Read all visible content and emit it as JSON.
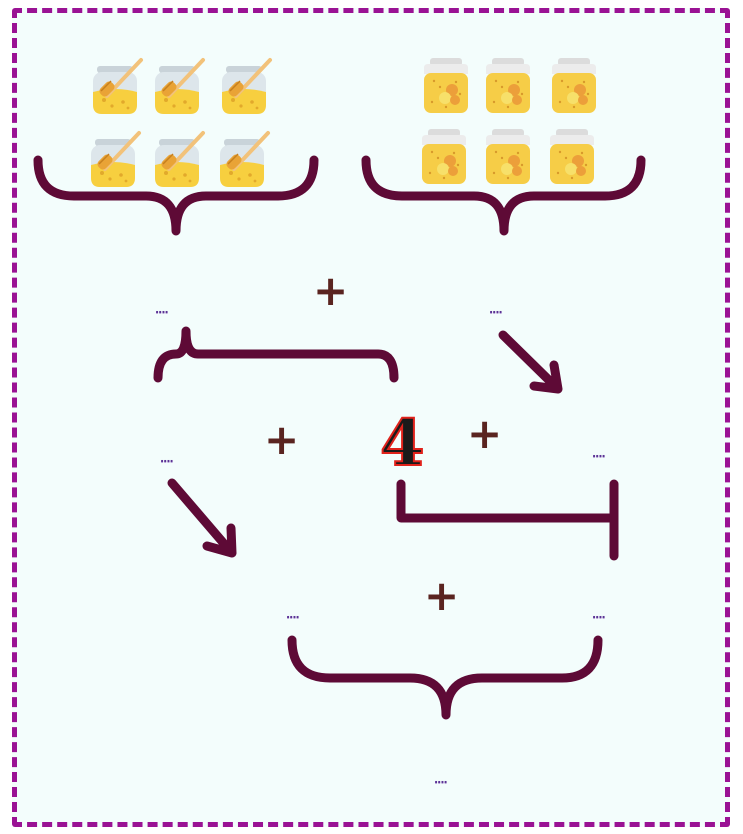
{
  "groups": [
    {
      "name": "jam-jars-left",
      "icon": "honey-jar-with-dipper-icon",
      "count": 6
    },
    {
      "name": "jam-jars-right",
      "icon": "orange-jam-jar-icon",
      "count": 6
    }
  ],
  "blanks": {
    "b1": "....",
    "b2": "....",
    "b3": "....",
    "b4": "....",
    "b5": "....",
    "b6": "....",
    "b7": "...."
  },
  "operators": {
    "p1": "+",
    "p2": "+",
    "p3": "+",
    "p4": "+"
  },
  "given_number": "4",
  "colors": {
    "frame": "#9a1294",
    "brace": "#5e0a36",
    "arrow": "#5e0a36",
    "blank_dots": "#5c3496",
    "operator": "#5a2420",
    "given_number_fill": "#1a1a1a",
    "given_number_outline": "#e0221b",
    "background": "#f3fdfc"
  }
}
